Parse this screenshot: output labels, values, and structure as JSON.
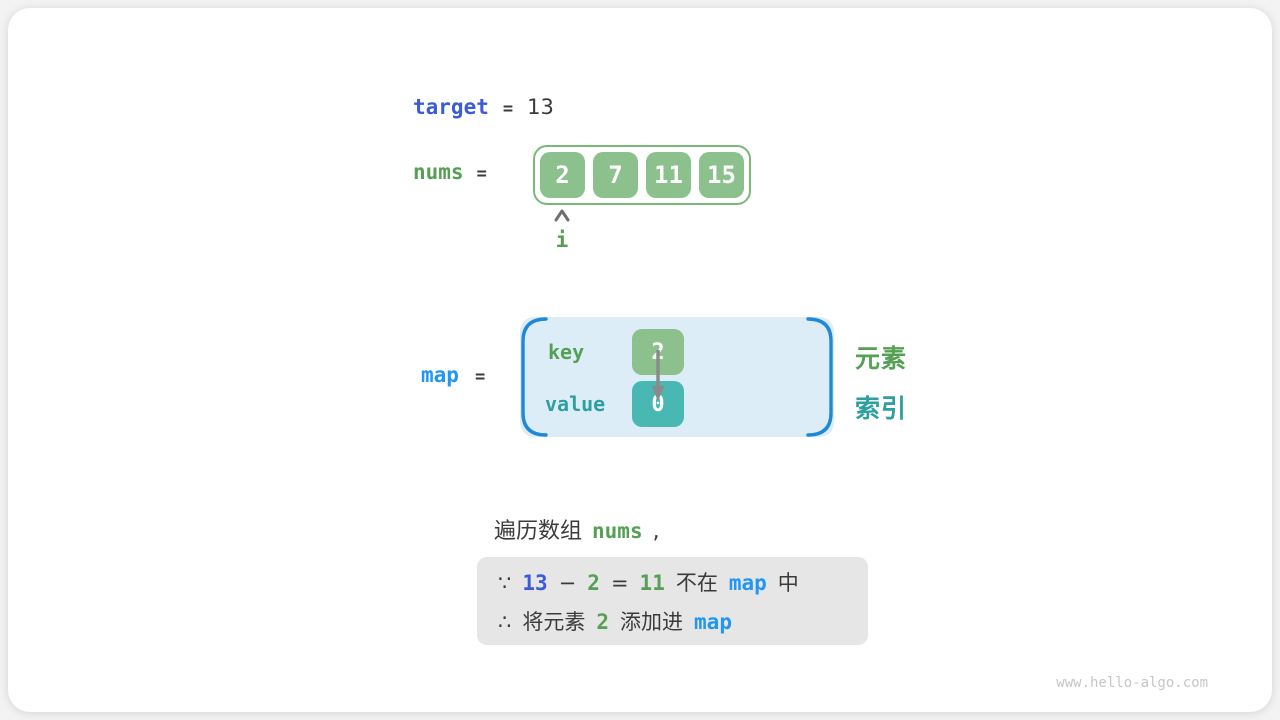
{
  "colors": {
    "code_blue": "#3b5bd9",
    "map_blue": "#2196f3",
    "green_text": "#55a055",
    "teal_text": "#2e9e9e",
    "cell_green": "#8cc08c",
    "cell_teal": "#49b8b2",
    "map_fill": "#dcedf8",
    "bracket_blue": "#2088d8",
    "note_bg": "#e6e6e6",
    "text_dark": "#3b3b3b"
  },
  "target": {
    "label": "target",
    "equals": "=",
    "value": "13"
  },
  "nums": {
    "label": "nums",
    "equals": "=",
    "cells": [
      "2",
      "7",
      "11",
      "15"
    ],
    "pointer_label": "i"
  },
  "map": {
    "label": "map",
    "equals": "=",
    "key_label": "key",
    "value_label": "value",
    "key_cell": "2",
    "value_cell": "0",
    "element_label": "元素",
    "index_label": "索引"
  },
  "caption": {
    "tokens": [
      {
        "t": "遍历数组",
        "k": "text"
      },
      {
        "t": "nums",
        "k": "green"
      },
      {
        "t": ",",
        "k": "text"
      }
    ]
  },
  "note": {
    "line1": [
      {
        "t": "∵",
        "k": "text"
      },
      {
        "t": "13",
        "k": "blue"
      },
      {
        "t": "−",
        "k": "text"
      },
      {
        "t": "2",
        "k": "green"
      },
      {
        "t": "=",
        "k": "text"
      },
      {
        "t": "11",
        "k": "green"
      },
      {
        "t": "不在",
        "k": "text"
      },
      {
        "t": "map",
        "k": "bright"
      },
      {
        "t": "中",
        "k": "text"
      }
    ],
    "line2": [
      {
        "t": "∴",
        "k": "text"
      },
      {
        "t": "将元素",
        "k": "text"
      },
      {
        "t": "2",
        "k": "green"
      },
      {
        "t": "添加进",
        "k": "text"
      },
      {
        "t": "map",
        "k": "bright"
      }
    ]
  },
  "watermark": "www.hello-algo.com"
}
